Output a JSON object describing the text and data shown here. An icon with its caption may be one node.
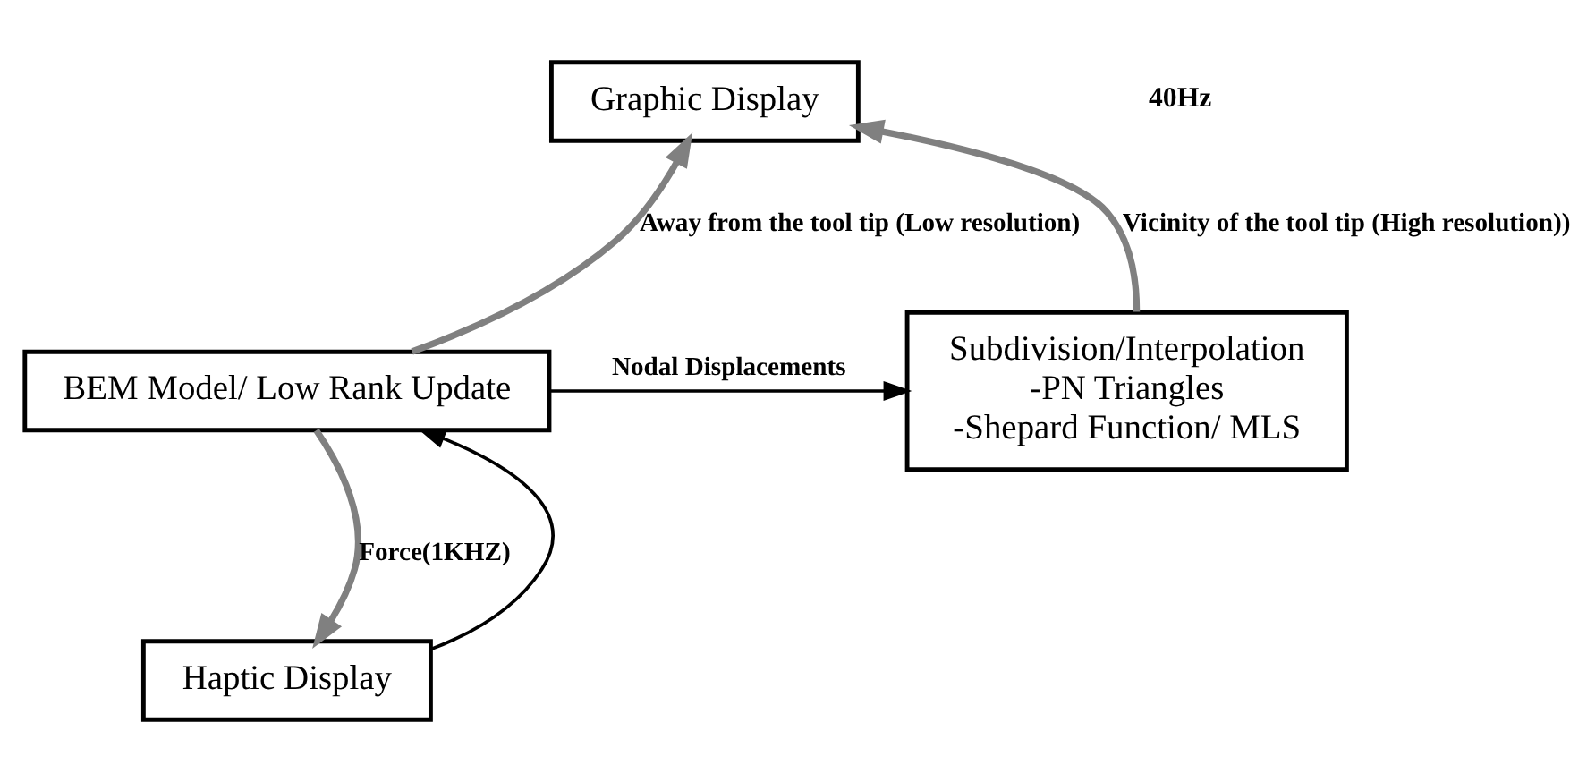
{
  "diagram": {
    "nodes": [
      {
        "text": [
          "Graphic Display"
        ]
      },
      {
        "text": [
          "BEM Model/ Low Rank Update"
        ]
      },
      {
        "text": [
          "Subdivision/Interpolation",
          "-PN Triangles",
          "-Shepard Function/ MLS"
        ]
      },
      {
        "text": [
          "Haptic Display"
        ]
      }
    ],
    "edges": [
      {
        "from": 1,
        "to": 0,
        "arrow": "to",
        "label": "Away from the tool tip (Low resolution)"
      },
      {
        "from": 2,
        "to": 0,
        "arrow": "to",
        "label": "Vicinity of the tool tip (High resolution))"
      },
      {
        "from": 1,
        "to": 2,
        "arrow": "to",
        "label": "Nodal Displacements",
        "color": "#000000"
      },
      {
        "from": 1,
        "to": 3,
        "arrow": "to",
        "label": "Force(1KHZ)"
      },
      {
        "from": 3,
        "to": 1,
        "arrow": "to",
        "color": "#000000"
      }
    ],
    "labels": [
      "40Hz"
    ]
  }
}
